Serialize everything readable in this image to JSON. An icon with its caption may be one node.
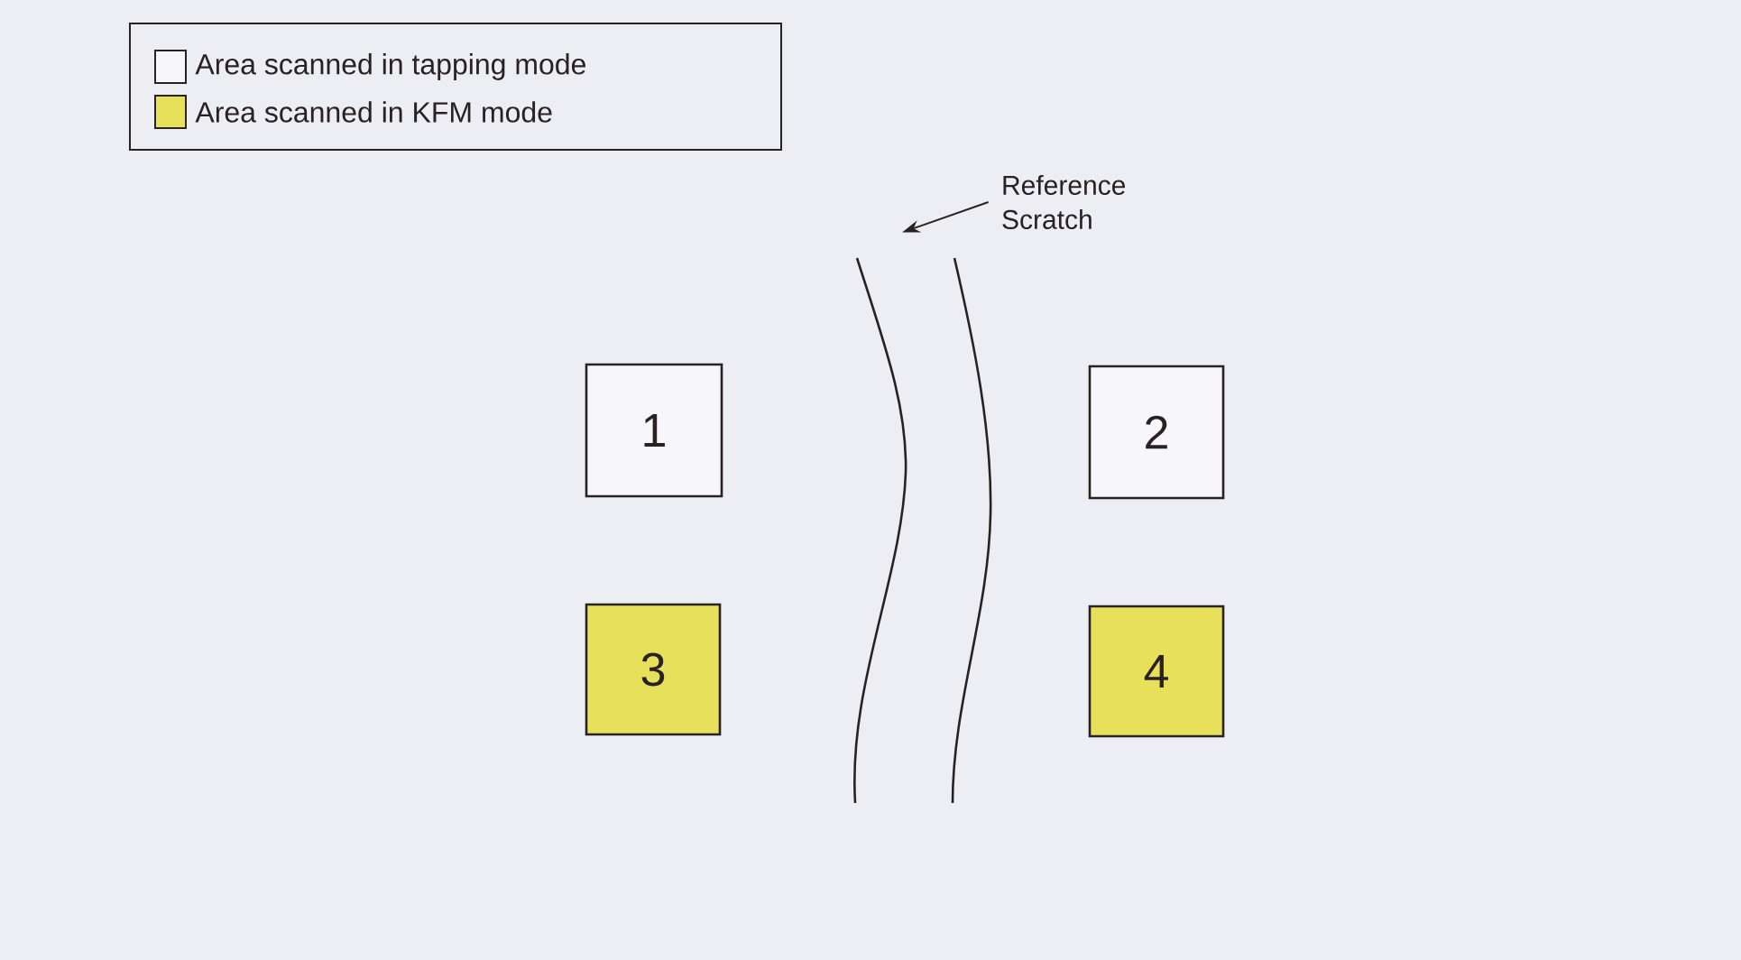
{
  "diagram": {
    "nodes": [
      {
        "text": [
          "1"
        ]
      },
      {
        "text": [
          "2"
        ]
      },
      {
        "text": [
          "3"
        ]
      },
      {
        "text": [
          "4"
        ]
      },
      {
        "text": [
          "Reference Scratch"
        ]
      },
      {
        "text": [],
        "shape": "band"
      }
    ],
    "edges": [
      {
        "from": 4,
        "to": 5,
        "arrow": "to"
      }
    ],
    "legend": [
      {
        "text": "Area scanned in tapping mode",
        "color": "#f7f7fb"
      },
      {
        "text": "Area scanned in KFM mode",
        "color": "#e6e05a"
      }
    ]
  }
}
